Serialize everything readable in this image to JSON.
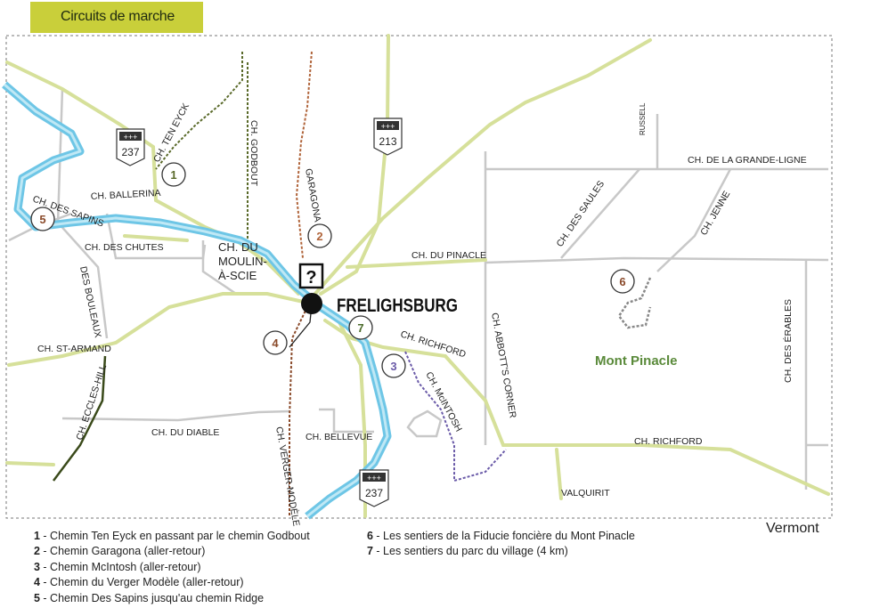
{
  "title": "Circuits de marche",
  "town": "FRELIGHSBURG",
  "mountain": "Mont Pinacle",
  "vermont": "Vermont",
  "info_symbol": "?",
  "route_shields": [
    "237",
    "213",
    "237"
  ],
  "shield_marks": "+++",
  "trail_numbers": [
    "1",
    "2",
    "3",
    "4",
    "5",
    "6",
    "7"
  ],
  "road_labels": {
    "ten_eyck": "CH. TEN EYCK",
    "godbout": "CH. GODBOUT",
    "garagona": "GARAGONA",
    "russell": "RUSSELL",
    "grande_ligne": "CH. DE LA GRANDE-LIGNE",
    "ballerina": "CH. BALLERINA",
    "des_sapins": "CH. DES SAPINS",
    "des_chutes": "CH. DES CHUTES",
    "moulin_1": "CH. DU",
    "moulin_2": "MOULIN-",
    "moulin_3": "À-SCIE",
    "des_saules": "CH. DES SAULES",
    "jenne": "CH. JENNE",
    "pinacle": "CH. DU PINACLE",
    "des_bouleaux": "DES BOULEAUX",
    "st_armand": "CH. ST-ARMAND",
    "richford_1": "CH. RICHFORD",
    "mcintosh": "CH. McINTOSH",
    "abbotts": "CH. ABBOTT'S CORNER",
    "des_erables": "CH. DES ÉRABLES",
    "eccles_hill": "CH. ECCLES-HILL",
    "du_diable": "CH. DU DIABLE",
    "bellevue": "CH. BELLEVUE",
    "verger_modele": "CH. VERGER-MODÈLE",
    "richford_2": "CH. RICHFORD",
    "valquirit": "VALQUIRIT"
  },
  "legend": [
    {
      "num": "1",
      "text": " - Chemin Ten Eyck en passant par le chemin Godbout"
    },
    {
      "num": "2",
      "text": " - Chemin Garagona (aller-retour)"
    },
    {
      "num": "3",
      "text": " - Chemin McIntosh (aller-retour)"
    },
    {
      "num": "4",
      "text": " - Chemin du Verger Modèle (aller-retour)"
    },
    {
      "num": "5",
      "text": " - Chemin Des Sapins jusqu'au chemin Ridge"
    },
    {
      "num": "6",
      "text": " - Les sentiers de la Fiducie foncière du Mont Pinacle"
    },
    {
      "num": "7",
      "text": " - Les sentiers du parc du village (4 km)"
    }
  ],
  "colors": {
    "main_road": "#d6e09a",
    "minor_road": "#c8c8c8",
    "river": "#6ec6e6",
    "trail_green": "#5a6a2a",
    "trail_brown": "#b0643a",
    "trail_purple": "#6a5aa8",
    "mountain_text": "#5a8a3a",
    "title_bg": "#c9cf3a"
  }
}
